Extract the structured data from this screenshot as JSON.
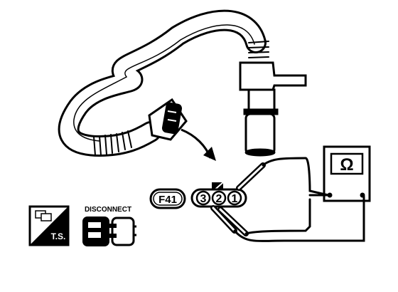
{
  "connector": {
    "id": "F41",
    "pins": [
      "3",
      "2",
      "1"
    ]
  },
  "meter": {
    "symbol": "Ω"
  },
  "badges": {
    "ts_label": "T.S.",
    "disconnect_label": "DISCONNECT"
  },
  "colors": {
    "ink": "#000000",
    "paper": "#ffffff"
  }
}
